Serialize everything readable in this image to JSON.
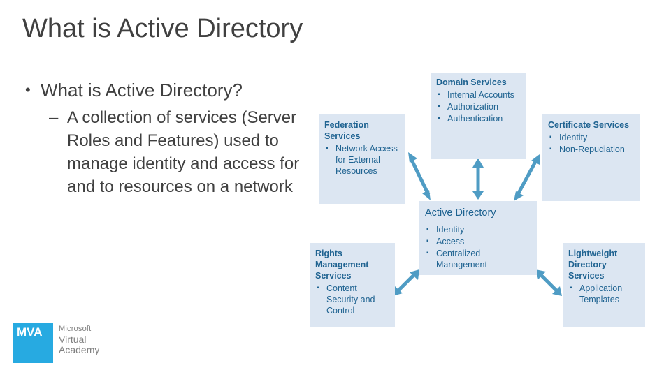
{
  "slide": {
    "title": "What is Active Directory"
  },
  "body": {
    "bullet1": "What is Active Directory?",
    "bullet1_marker": "•",
    "sub1_marker": "–",
    "sub1": "A collection of services (Server Roles and Features) used to manage identity and access for and to resources on a network"
  },
  "diagram": {
    "boxes": [
      {
        "id": "domain",
        "header": "Domain Services",
        "items": [
          "Internal Accounts",
          "Authorization",
          "Authentication"
        ]
      },
      {
        "id": "federation",
        "header": "Federation Services",
        "items": [
          "Network Access for External Resources"
        ]
      },
      {
        "id": "certificate",
        "header": "Certificate Services",
        "items": [
          "Identity",
          "Non-Repudiation"
        ]
      },
      {
        "id": "active-directory",
        "header": "Active Directory",
        "items": [
          "Identity",
          "Access",
          "Centralized Management"
        ]
      },
      {
        "id": "rights",
        "header": "Rights Management Services",
        "items": [
          "Content Security and Control"
        ]
      },
      {
        "id": "lightweight",
        "header": "Lightweight Directory Services",
        "items": [
          "Application Templates"
        ]
      }
    ],
    "bullet_char": "▪",
    "arrow_color": "#4f9cc4",
    "box_fill": "#dce6f2",
    "text_color": "#1f6391"
  },
  "logo": {
    "badge": "MVA",
    "line1": "Microsoft",
    "line2": "Virtual",
    "line3": "Academy"
  }
}
